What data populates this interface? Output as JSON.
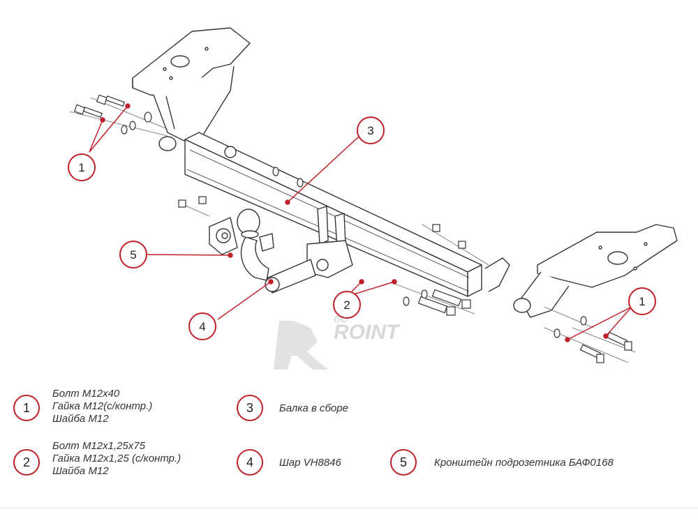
{
  "callouts": [
    {
      "num": "1"
    },
    {
      "num": "3"
    },
    {
      "num": "5"
    },
    {
      "num": "4"
    },
    {
      "num": "2"
    },
    {
      "num": "1"
    }
  ],
  "watermark": {
    "text": "ROINT",
    "small": "GO"
  },
  "legend": [
    {
      "num": "1",
      "lines": [
        "Болт М12х40",
        "Гайка М12(с/контр.)",
        "Шайба М12"
      ]
    },
    {
      "num": "3",
      "lines": [
        "Балка в сборе"
      ]
    },
    {
      "num": "2",
      "lines": [
        "Болт М12х1,25х75",
        "Гайка М12х1,25 (с/контр.)",
        "Шайба М12"
      ]
    },
    {
      "num": "4",
      "lines": [
        "Шар VH8846"
      ]
    },
    {
      "num": "5",
      "lines": [
        "Кронштейн подрозетника БАФ0168"
      ]
    }
  ],
  "colors": {
    "accent": "#c0202a",
    "line": "#333333",
    "watermark": "#d8d8d8"
  }
}
